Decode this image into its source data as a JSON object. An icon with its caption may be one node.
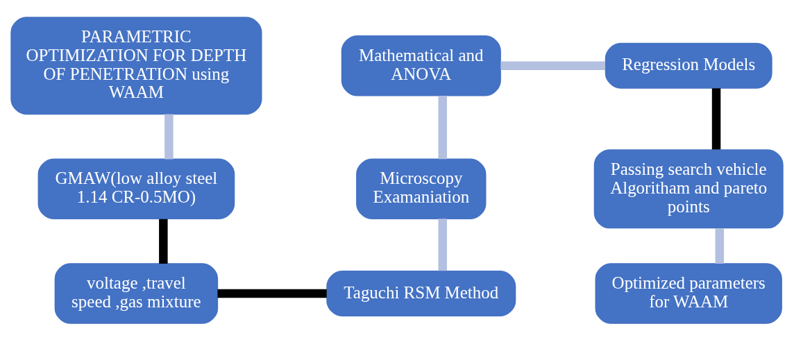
{
  "diagram": {
    "nodes": [
      {
        "text": [
          "PARAMETRIC OPTIMIZATION FOR DEPTH OF PENETRATION using WAAM"
        ]
      },
      {
        "text": [
          "GMAW(low alloy steel 1.14 CR-0.5MO)"
        ]
      },
      {
        "text": [
          "voltage ,travel speed ,gas mixture"
        ]
      },
      {
        "text": [
          "Mathematical and ANOVA"
        ]
      },
      {
        "text": [
          "Microscopy Examaniation"
        ]
      },
      {
        "text": [
          "Taguchi RSM Method"
        ]
      },
      {
        "text": [
          "Regression Models"
        ]
      },
      {
        "text": [
          "Passing search vehicle Algoritham and pareto points"
        ]
      },
      {
        "text": [
          "Optimized parameters for WAAM"
        ]
      }
    ],
    "edges": [
      {
        "from": 0,
        "to": 1,
        "arrow": "none"
      },
      {
        "from": 1,
        "to": 2,
        "arrow": "none",
        "color": "#000000"
      },
      {
        "from": 2,
        "to": 5,
        "arrow": "none",
        "color": "#000000"
      },
      {
        "from": 5,
        "to": 4,
        "arrow": "none"
      },
      {
        "from": 4,
        "to": 3,
        "arrow": "none"
      },
      {
        "from": 3,
        "to": 6,
        "arrow": "none"
      },
      {
        "from": 6,
        "to": 7,
        "arrow": "none",
        "color": "#000000"
      },
      {
        "from": 7,
        "to": 8,
        "arrow": "none"
      }
    ]
  }
}
